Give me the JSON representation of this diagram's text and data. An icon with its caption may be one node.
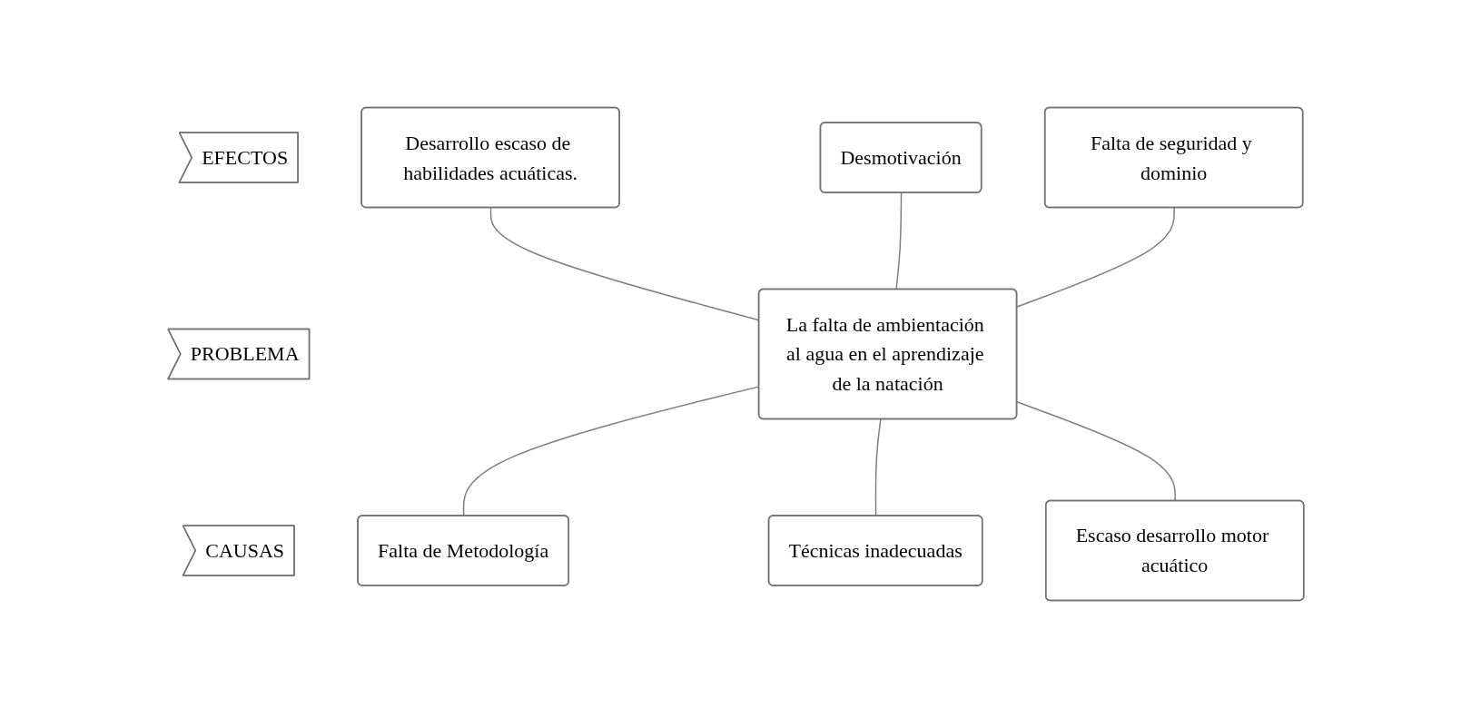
{
  "diagram": {
    "nodes": [
      {
        "text": [
          "EFECTOS"
        ]
      },
      {
        "text": [
          "Desarrollo escaso de habilidades acuáticas."
        ]
      },
      {
        "text": [
          "Desmotivación"
        ]
      },
      {
        "text": [
          "Falta de seguridad y dominio"
        ]
      },
      {
        "text": [
          "PROBLEMA"
        ]
      },
      {
        "text": [
          "La falta de ambientación al agua en el aprendizaje de la natación"
        ]
      },
      {
        "text": [
          "CAUSAS"
        ]
      },
      {
        "text": [
          "Falta de Metodología"
        ]
      },
      {
        "text": [
          "Técnicas inadecuadas"
        ]
      },
      {
        "text": [
          "Escaso desarrollo motor acuático"
        ]
      }
    ],
    "edges": [
      {
        "from": 1,
        "to": 5,
        "arrow": "none"
      },
      {
        "from": 2,
        "to": 5,
        "arrow": "none"
      },
      {
        "from": 3,
        "to": 5,
        "arrow": "none"
      },
      {
        "from": 5,
        "to": 7,
        "arrow": "none"
      },
      {
        "from": 5,
        "to": 8,
        "arrow": "none"
      },
      {
        "from": 5,
        "to": 9,
        "arrow": "none"
      }
    ]
  }
}
